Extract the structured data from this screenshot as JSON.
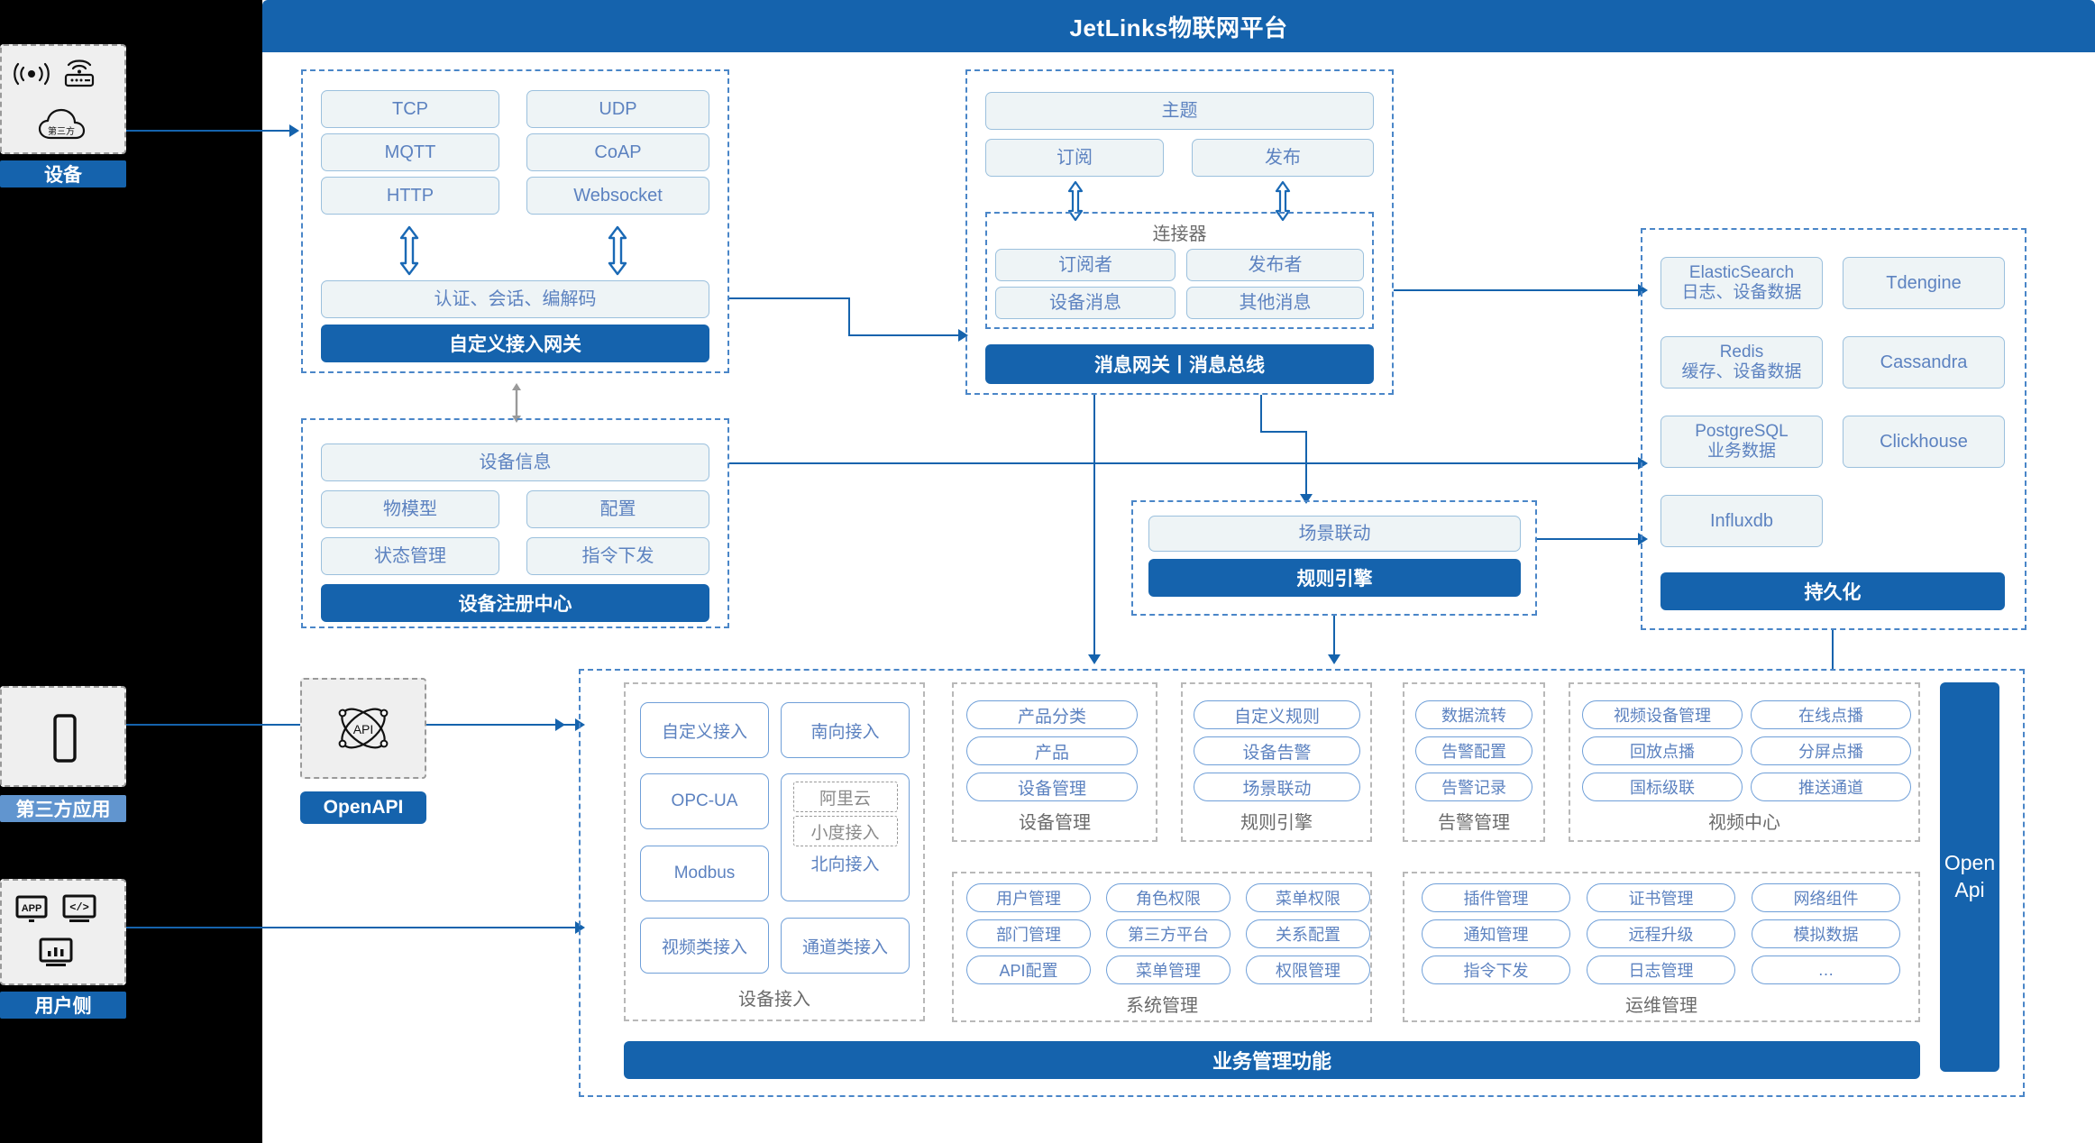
{
  "header": {
    "title": "JetLinks物联网平台"
  },
  "left_rail": {
    "device": {
      "label": "设备",
      "icons": [
        "wifi-signal-icon",
        "router-icon",
        "third-party-cloud-icon"
      ],
      "cloud_text": "第三方"
    },
    "third_party_app": {
      "label": "第三方应用",
      "icons": [
        "mobile-phone-icon"
      ]
    },
    "user_side": {
      "label": "用户侧",
      "icons": [
        "app-store-icon",
        "code-window-icon",
        "chart-monitor-icon"
      ]
    }
  },
  "gateway": {
    "protocols": [
      "TCP",
      "UDP",
      "MQTT",
      "CoAP",
      "HTTP",
      "Websocket"
    ],
    "auth_bar": "认证、会话、编解码",
    "title_bar": "自定义接入网关"
  },
  "message_gateway": {
    "topic": "主题",
    "subscribe": "订阅",
    "publish": "发布",
    "connector_label": "连接器",
    "subscriber": "订阅者",
    "publisher": "发布者",
    "device_message": "设备消息",
    "other_message": "其他消息",
    "title_bar": "消息网关丨消息总线"
  },
  "device_registry": {
    "device_info": "设备信息",
    "items": [
      "物模型",
      "配置",
      "状态管理",
      "指令下发"
    ],
    "title_bar": "设备注册中心"
  },
  "rule_engine": {
    "scene_linkage": "场景联动",
    "title_bar": "规则引擎"
  },
  "persistence": {
    "left_items": [
      {
        "name": "ElasticSearch",
        "desc": "日志、设备数据"
      },
      {
        "name": "Redis",
        "desc": "缓存、设备数据"
      },
      {
        "name": "PostgreSQL",
        "desc": "业务数据"
      },
      {
        "name": "Influxdb",
        "desc": ""
      }
    ],
    "right_items": [
      "Tdengine",
      "Cassandra",
      "Clickhouse"
    ],
    "title_bar": "持久化"
  },
  "openapi_node": {
    "label": "OpenAPI",
    "icon": "api-network-icon"
  },
  "business": {
    "device_access": {
      "label": "设备接入",
      "left": [
        "自定义接入",
        "OPC-UA",
        "Modbus",
        "视频类接入"
      ],
      "right_top": "南向接入",
      "right_middle_dashed": [
        "阿里云",
        "小度接入"
      ],
      "right_middle_label": "北向接入",
      "right_bottom": "通道类接入"
    },
    "device_management": {
      "label": "设备管理",
      "items": [
        "产品分类",
        "产品",
        "设备管理"
      ]
    },
    "rule_engine": {
      "label": "规则引擎",
      "items": [
        "自定义规则",
        "设备告警",
        "场景联动"
      ]
    },
    "alarm_management": {
      "label": "告警管理",
      "items": [
        "数据流转",
        "告警配置",
        "告警记录"
      ]
    },
    "video_center": {
      "label": "视频中心",
      "left": [
        "视频设备管理",
        "回放点播",
        "国标级联"
      ],
      "right": [
        "在线点播",
        "分屏点播",
        "推送通道"
      ]
    },
    "system_management": {
      "label": "系统管理",
      "col1": [
        "用户管理",
        "部门管理",
        "API配置"
      ],
      "col2": [
        "角色权限",
        "第三方平台",
        "菜单管理"
      ],
      "col3": [
        "菜单权限",
        "关系配置",
        "权限管理"
      ]
    },
    "ops_management": {
      "label": "运维管理",
      "col1": [
        "插件管理",
        "通知管理",
        "指令下发"
      ],
      "col2": [
        "证书管理",
        "远程升级",
        "日志管理"
      ],
      "col3": [
        "网络组件",
        "模拟数据",
        "…"
      ]
    },
    "bottom_bar": "业务管理功能",
    "open_api_vertical": "Open\nApi"
  },
  "colors": {
    "brand": "#1563ad",
    "chip_text": "#5c82c0",
    "chip_bg": "#eef4f6",
    "dashed_border": "#4a86c8"
  }
}
